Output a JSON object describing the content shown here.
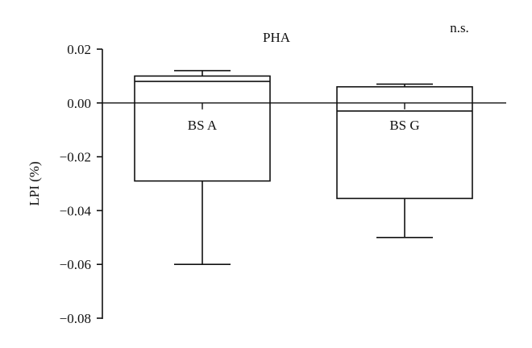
{
  "chart_data": {
    "type": "boxplot",
    "title": "PHA",
    "xlabel": "",
    "ylabel": "LPI (%)",
    "ylim": [
      -0.08,
      0.02
    ],
    "yticks": [
      0.02,
      0.0,
      -0.02,
      -0.04,
      -0.06,
      -0.08
    ],
    "ytick_labels": [
      "0.02",
      "0.00",
      "−0.02",
      "−0.04",
      "−0.06",
      "−0.08"
    ],
    "zero_line": true,
    "grid": false,
    "annotation": "n.s.",
    "categories": [
      "BS A",
      "BS G"
    ],
    "boxes": [
      {
        "category": "BS A",
        "whisker_low": -0.06,
        "q1": -0.029,
        "median": 0.008,
        "q3": 0.01,
        "whisker_high": 0.012
      },
      {
        "category": "BS G",
        "whisker_low": -0.05,
        "q1": -0.0355,
        "median": -0.003,
        "q3": 0.006,
        "whisker_high": 0.007
      }
    ]
  }
}
